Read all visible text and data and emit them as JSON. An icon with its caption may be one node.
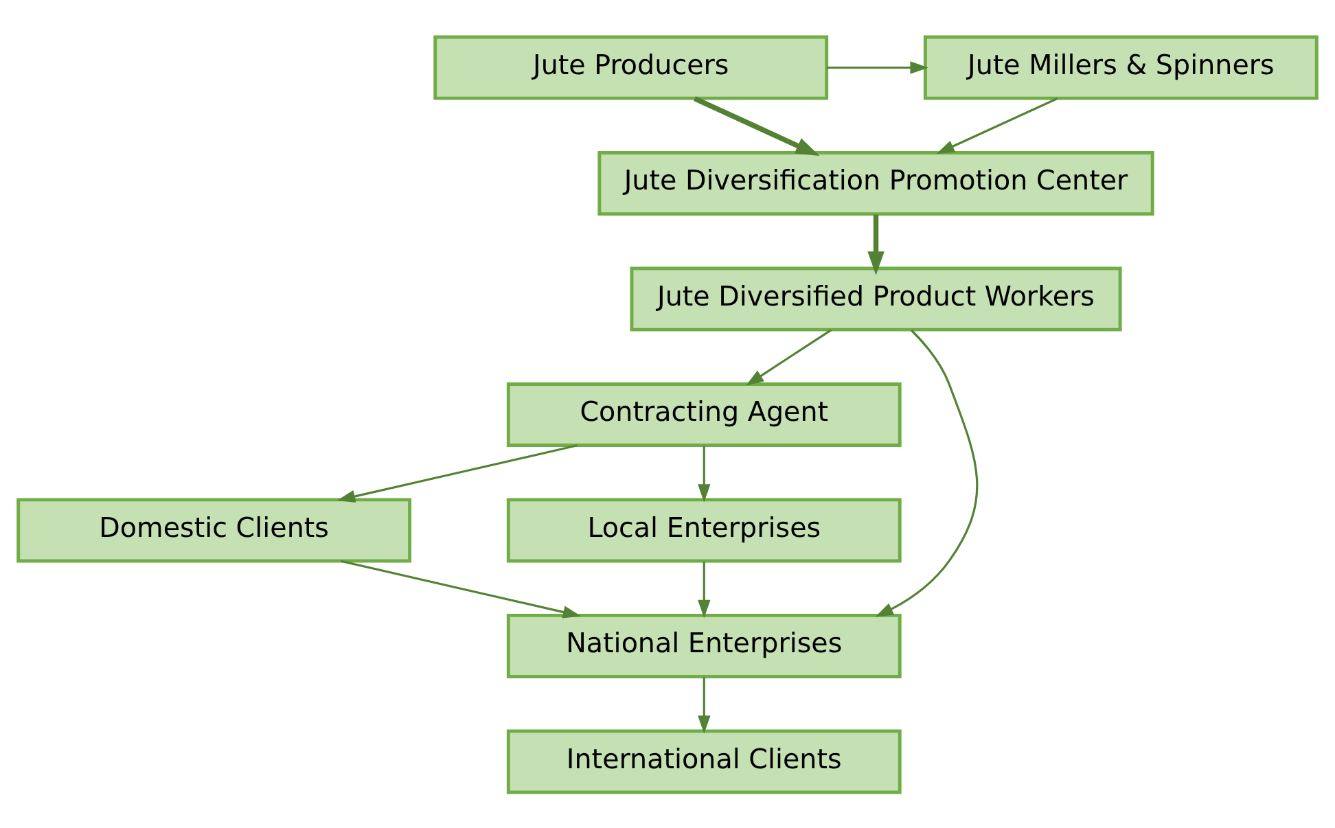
{
  "diagram": {
    "nodes": [
      {
        "text": [
          "Jute Producers"
        ]
      },
      {
        "text": [
          "Jute Millers & Spinners"
        ]
      },
      {
        "text": [
          "Jute Diversification Promotion Center"
        ]
      },
      {
        "text": [
          "Jute Diversified Product Workers"
        ]
      },
      {
        "text": [
          "Contracting Agent"
        ]
      },
      {
        "text": [
          "Domestic Clients"
        ]
      },
      {
        "text": [
          "Local Enterprises"
        ]
      },
      {
        "text": [
          "National Enterprises"
        ]
      },
      {
        "text": [
          "International Clients"
        ]
      }
    ],
    "edges": [
      {
        "from": 0,
        "to": 1,
        "arrow": "to"
      },
      {
        "from": 0,
        "to": 2,
        "arrow": "to",
        "style": "thick"
      },
      {
        "from": 1,
        "to": 2,
        "arrow": "to"
      },
      {
        "from": 2,
        "to": 3,
        "arrow": "to",
        "style": "thick"
      },
      {
        "from": 3,
        "to": 4,
        "arrow": "to"
      },
      {
        "from": 3,
        "to": 7,
        "arrow": "to"
      },
      {
        "from": 4,
        "to": 5,
        "arrow": "to"
      },
      {
        "from": 4,
        "to": 6,
        "arrow": "to"
      },
      {
        "from": 5,
        "to": 7,
        "arrow": "to"
      },
      {
        "from": 6,
        "to": 7,
        "arrow": "to"
      },
      {
        "from": 7,
        "to": 8,
        "arrow": "to"
      }
    ]
  }
}
